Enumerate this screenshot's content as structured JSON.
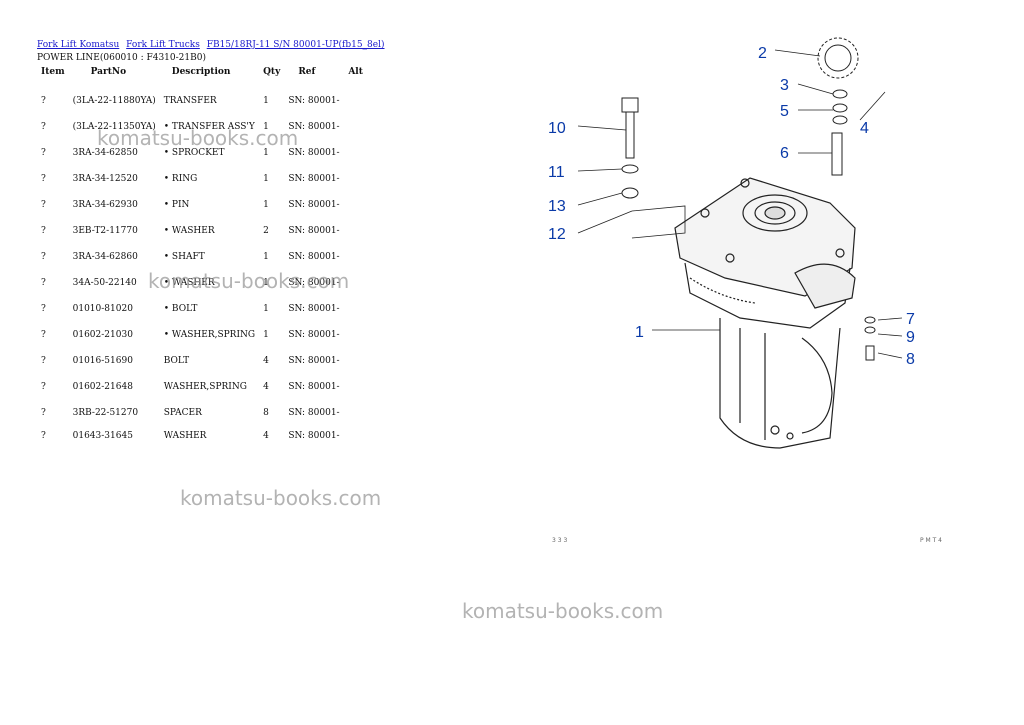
{
  "breadcrumb": {
    "links": [
      "Fork Lift Komatsu",
      "Fork Lift Trucks",
      "FB15/18RJ-11 S/N 80001-UP(fb15_8el)"
    ]
  },
  "subtitle": "POWER LINE(060010 : F4310-21B0)",
  "table": {
    "headers": [
      "Item",
      "PartNo",
      "Description",
      "Qty",
      "Ref",
      "Alt"
    ],
    "rows": [
      {
        "item": "?",
        "part": "(3LA-22-11880YA)",
        "desc": "TRANSFER",
        "qty": "1",
        "ref": "SN: 80001-"
      },
      {
        "item": "?",
        "part": "(3LA-22-11350YA)",
        "desc": "• TRANSFER ASS'Y",
        "qty": "1",
        "ref": "SN: 80001-"
      },
      {
        "item": "?",
        "part": "3RA-34-62850",
        "desc": "• SPROCKET",
        "qty": "1",
        "ref": "SN: 80001-"
      },
      {
        "item": "?",
        "part": "3RA-34-12520",
        "desc": "• RING",
        "qty": "1",
        "ref": "SN: 80001-"
      },
      {
        "item": "?",
        "part": "3RA-34-62930",
        "desc": "• PIN",
        "qty": "1",
        "ref": "SN: 80001-"
      },
      {
        "item": "?",
        "part": "3EB-T2-11770",
        "desc": "• WASHER",
        "qty": "2",
        "ref": "SN: 80001-"
      },
      {
        "item": "?",
        "part": "3RA-34-62860",
        "desc": "• SHAFT",
        "qty": "1",
        "ref": "SN: 80001-"
      },
      {
        "item": "?",
        "part": "34A-50-22140",
        "desc": "• WASHER",
        "qty": "1",
        "ref": "SN: 80001-"
      },
      {
        "item": "?",
        "part": "01010-81020",
        "desc": "• BOLT",
        "qty": "1",
        "ref": "SN: 80001-"
      },
      {
        "item": "?",
        "part": "01602-21030",
        "desc": "• WASHER,SPRING",
        "qty": "1",
        "ref": "SN: 80001-"
      },
      {
        "item": "?",
        "part": "01016-51690",
        "desc": "BOLT",
        "qty": "4",
        "ref": "SN: 80001-"
      },
      {
        "item": "?",
        "part": "01602-21648",
        "desc": "WASHER,SPRING",
        "qty": "4",
        "ref": "SN: 80001-"
      },
      {
        "item": "?",
        "part": "3RB-22-51270",
        "desc": "SPACER",
        "qty": "8",
        "ref": "SN: 80001-"
      },
      {
        "item": "?",
        "part": "01643-31645",
        "desc": "WASHER",
        "qty": "4",
        "ref": "SN: 80001-"
      }
    ]
  },
  "watermarks": [
    "komatsu-books.com",
    "komatsu-books.com",
    "komatsu-books.com",
    "komatsu-books.com"
  ],
  "diagram": {
    "callouts": [
      "2",
      "3",
      "4",
      "5",
      "10",
      "6",
      "11",
      "13",
      "12",
      "1",
      "7",
      "9",
      "8"
    ],
    "corner_marks": [
      "3 3 3",
      "P M T 4"
    ]
  },
  "colors": {
    "link": "#1a1acc",
    "callout": "#0a3aa8",
    "watermark": "#9a9a9a"
  }
}
